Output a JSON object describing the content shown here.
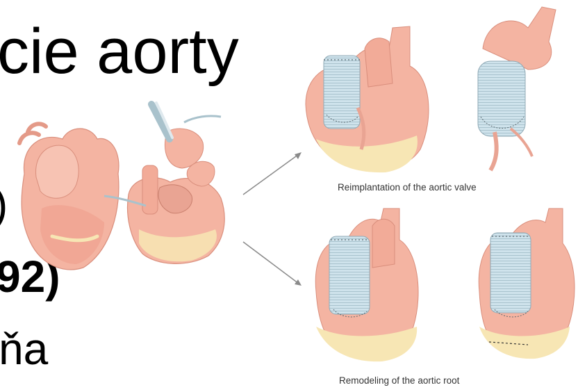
{
  "slide": {
    "title_fragment": "cie aorty",
    "line_1": ")",
    "line_2": "92)",
    "line_3": "ňa"
  },
  "figure": {
    "caption_top": "Reimplantation of the aortic valve",
    "caption_bottom": "Remodeling of the aortic root"
  },
  "colors": {
    "heart_flesh": "#f4b4a2",
    "heart_shadow": "#e49a88",
    "fat_yellow": "#f7e6b4",
    "graft_blue": "#c9dfe8",
    "graft_line": "#9bb6c2",
    "arrow_gray": "#8a8a8a"
  }
}
